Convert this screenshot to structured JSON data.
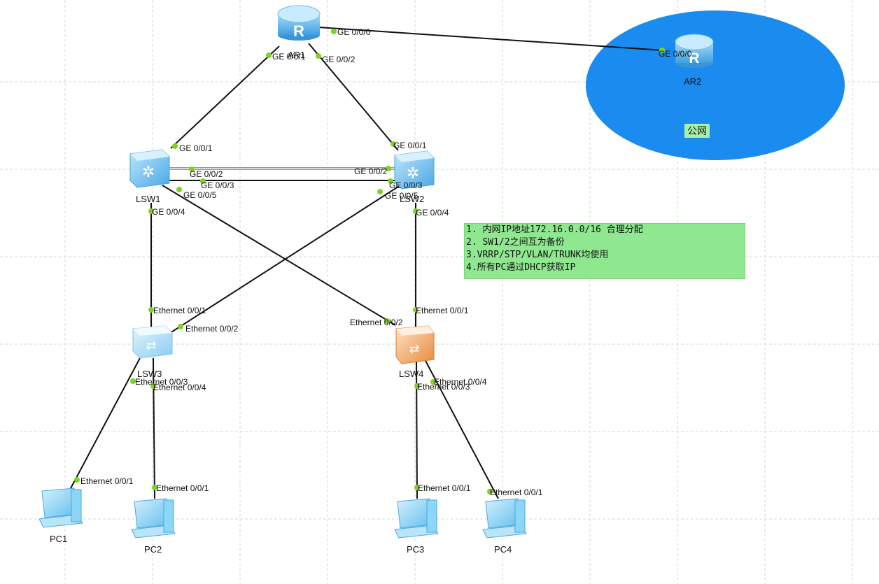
{
  "devices": {
    "ar1": "AR1",
    "ar2": "AR2",
    "lsw1": "LSW1",
    "lsw2": "LSW2",
    "lsw3": "LSW3",
    "lsw4": "LSW4",
    "pc1": "PC1",
    "pc2": "PC2",
    "pc3": "PC3",
    "pc4": "PC4"
  },
  "public_area": {
    "label": "公网",
    "color": "#1a8cf0"
  },
  "ports": {
    "ar1_ge000": "GE 0/0/0",
    "ar1_ge001": "GE 0/0/1",
    "ar1_ge002": "GE 0/0/2",
    "ar2_ge000": "GE 0/0/0",
    "lsw1_ge001": "GE 0/0/1",
    "lsw1_ge002": "GE 0/0/2",
    "lsw1_ge003": "GE 0/0/3",
    "lsw1_ge005": "GE 0/0/5",
    "lsw1_ge004": "GE 0/0/4",
    "lsw2_ge001": "GE 0/0/1",
    "lsw2_ge002": "GE 0/0/2",
    "lsw2_ge003": "GE 0/0/3",
    "lsw2_ge005": "GE 0/0/5",
    "lsw2_ge004": "GE 0/0/4",
    "lsw3_e001": "Ethernet 0/0/1",
    "lsw3_e002": "Ethernet 0/0/2",
    "lsw3_e003": "Ethernet 0/0/3",
    "lsw3_e004": "Ethernet 0/0/4",
    "lsw4_e001": "Ethernet 0/0/1",
    "lsw4_e002": "Ethernet 0/0/2",
    "lsw4_e003": "Ethernet 0/0/3",
    "lsw4_e004": "Ethernet 0/0/4",
    "pc1_e001": "Ethernet 0/0/1",
    "pc2_e001": "Ethernet 0/0/1",
    "pc3_e001": "Ethernet 0/0/1",
    "pc4_e001": "Ethernet 0/0/1"
  },
  "notes": [
    "1. 内网IP地址172.16.0.0/16 合理分配",
    "2. SW1/2之间互为备份",
    "3.VRRP/STP/VLAN/TRUNK均使用",
    "4.所有PC通过DHCP获取IP"
  ],
  "colors": {
    "link": "#111111",
    "port_dot": "#7ed321",
    "note_bg": "#8fe88f",
    "router": "#5ab6ef",
    "core_switch": "#6ec2f2",
    "access_switch": "#a8dcf5",
    "access_switch_alt": "#f2b37a",
    "pc": "#7fd0f5"
  }
}
